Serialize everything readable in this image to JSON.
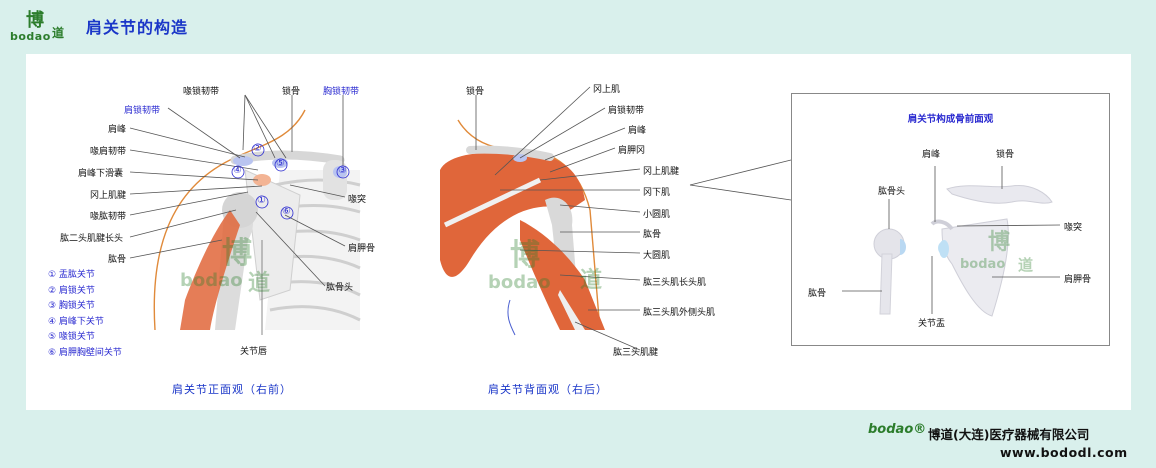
{
  "header": {
    "title": "肩关节的构造",
    "logo_chars": "博道",
    "logo_text": "bodao"
  },
  "front_view": {
    "caption": "肩关节正面观（右前）",
    "labels_top": [
      "喙锁韧带",
      "锁骨",
      "胸锁韧带"
    ],
    "label_acromioclavicular_lig": "肩锁韧带",
    "labels_left": [
      "肩峰",
      "喙肩韧带",
      "肩峰下滑囊",
      "冈上肌腱",
      "喙肱韧带",
      "肱二头肌腱长头",
      "肱骨"
    ],
    "labels_right": [
      "喙突",
      "肩胛骨",
      "肱骨头"
    ],
    "label_bottom": "关节唇",
    "numbers": [
      "①",
      "②",
      "③",
      "④",
      "⑤",
      "⑥"
    ],
    "legend": [
      "① 盂肱关节",
      "② 肩锁关节",
      "③ 胸锁关节",
      "④ 肩峰下关节",
      "⑤ 喙锁关节",
      "⑥ 肩胛胸壁间关节"
    ]
  },
  "back_view": {
    "caption": "肩关节背面观（右后）",
    "label_left": "锁骨",
    "labels_right": [
      "冈上肌",
      "肩锁韧带",
      "肩峰",
      "肩胛冈",
      "冈上肌腱",
      "冈下肌",
      "小圆肌",
      "肱骨",
      "大圆肌",
      "肱三头肌长头肌",
      "肱三头肌外侧头肌",
      "肱三头肌腱"
    ]
  },
  "inset": {
    "title": "肩关节构成骨前面观",
    "labels": {
      "acromion": "肩峰",
      "clavicle": "锁骨",
      "humeral_head": "肱骨头",
      "coracoid": "喙突",
      "humerus": "肱骨",
      "scapula": "肩胛骨",
      "glenoid": "关节盂"
    }
  },
  "footer": {
    "logo": "bodao®",
    "company": "博道(大连)医疗器械有限公司",
    "url": "www.bododl.com"
  },
  "colors": {
    "title_blue": "#1a36c8",
    "label_blue": "#2a2ad0",
    "muscle": "#e0663a",
    "background": "#d9f0ec",
    "brand_green": "#2c7d2c"
  }
}
